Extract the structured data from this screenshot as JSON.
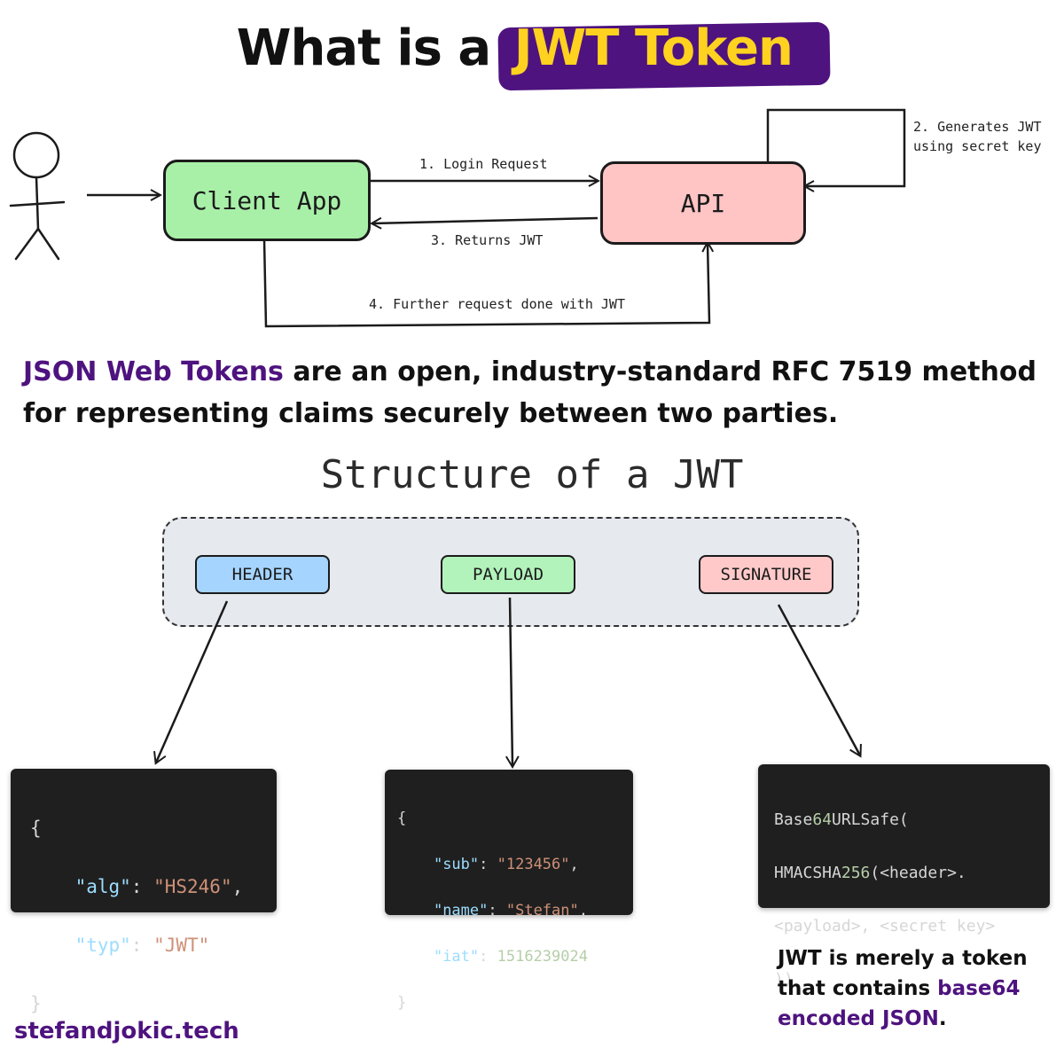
{
  "title": {
    "prefix": "What is a ",
    "highlight": "JWT Token",
    "suffix": "?"
  },
  "flow": {
    "client_app": "Client App",
    "api": "API",
    "step1": "1. Login Request",
    "step2_line1": "2. Generates JWT",
    "step2_line2": "using secret key",
    "step3": "3. Returns JWT",
    "step4": "4. Further request done with JWT"
  },
  "description": {
    "highlight": "JSON Web Tokens",
    "rest": " are an open, industry-standard RFC 7519 method for representing claims securely between two parties."
  },
  "structure": {
    "title": "Structure of a JWT",
    "parts": [
      "HEADER",
      "PAYLOAD",
      "SIGNATURE"
    ]
  },
  "code": {
    "header": {
      "open": "{",
      "close": "}",
      "k1": "\"alg\"",
      "v1": "\"HS246\"",
      "k2": "\"typ\"",
      "v2": "\"JWT\""
    },
    "payload": {
      "open": "{",
      "close": "}",
      "k1": "\"sub\"",
      "v1": "\"123456\"",
      "k2": "\"name\"",
      "v2": "\"Stefan\"",
      "k3": "\"iat\"",
      "v3": "1516239024"
    },
    "signature": {
      "l1a": "Base",
      "l1b": "64",
      "l1c": "URLSafe(",
      "l2a": "HMACSHA",
      "l2b": "256",
      "l2c": "(<header>.",
      "l3": "<payload>, <secret key>",
      "l4": "))"
    }
  },
  "note": {
    "part1": "JWT is merely a token that contains ",
    "highlight": "base64 encoded JSON",
    "part2": "."
  },
  "site": "stefandjokic.tech",
  "colors": {
    "purple": "#4e137f",
    "yellow": "#ffd21f",
    "client_green": "#a8f0a8",
    "api_pink": "#ffc4c4",
    "header_blue": "#a5d4ff",
    "payload_green": "#b2f2bb",
    "signature_pink": "#ffc9c9"
  }
}
